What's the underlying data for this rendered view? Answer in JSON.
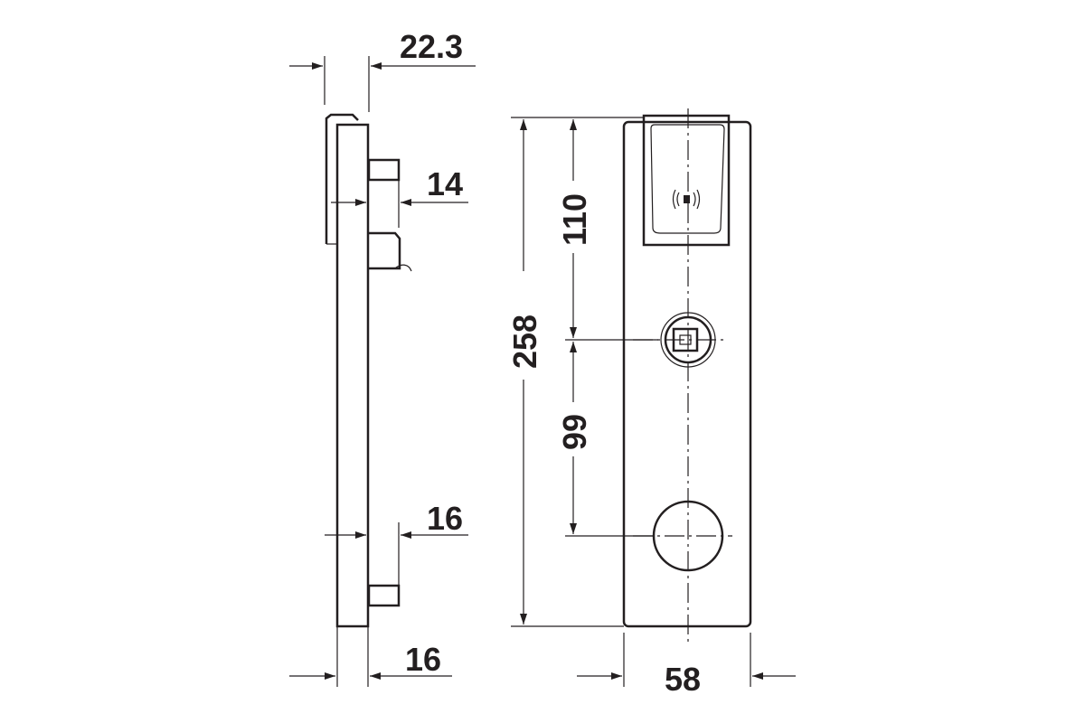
{
  "diagram": {
    "side_view": {
      "dim_depth": "22.3",
      "dim_pin_upper": "14",
      "dim_pin_lower": "16",
      "dim_plate": "16"
    },
    "front_view": {
      "dim_total_height": "258",
      "dim_reader_to_cylinder": "110",
      "dim_cylinder_to_knob": "99",
      "dim_width": "58"
    },
    "icons": {
      "reader": "rfid-wireless-icon"
    },
    "colors": {
      "ink": "#231f20",
      "background": "#ffffff"
    }
  }
}
